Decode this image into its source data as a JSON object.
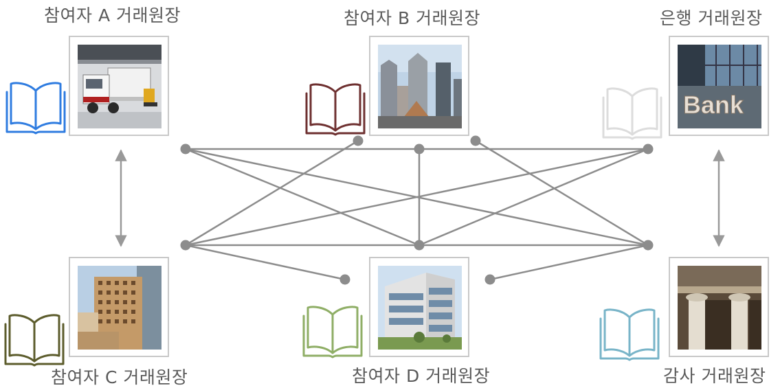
{
  "nodes": {
    "participant_a": {
      "label": "참여자 A 거래원장",
      "icon": "truck-photo",
      "book_color": "#2f7ce0"
    },
    "participant_b": {
      "label": "참여자 B 거래원장",
      "icon": "skyline-photo",
      "book_color": "#6e3030"
    },
    "bank": {
      "label": "은행 거래원장",
      "icon": "bank-photo",
      "photo_text": "Bank",
      "book_color": "#dcdcdc"
    },
    "participant_c": {
      "label": "참여자 C 거래원장",
      "icon": "office-tower-photo",
      "book_color": "#5c5c2c"
    },
    "participant_d": {
      "label": "참여자 D 거래원장",
      "icon": "office-building-photo",
      "book_color": "#8fae66"
    },
    "audit": {
      "label": "감사 거래원장",
      "icon": "columns-photo",
      "book_color": "#78b4c8"
    }
  },
  "network_color": "#8c8c8c"
}
